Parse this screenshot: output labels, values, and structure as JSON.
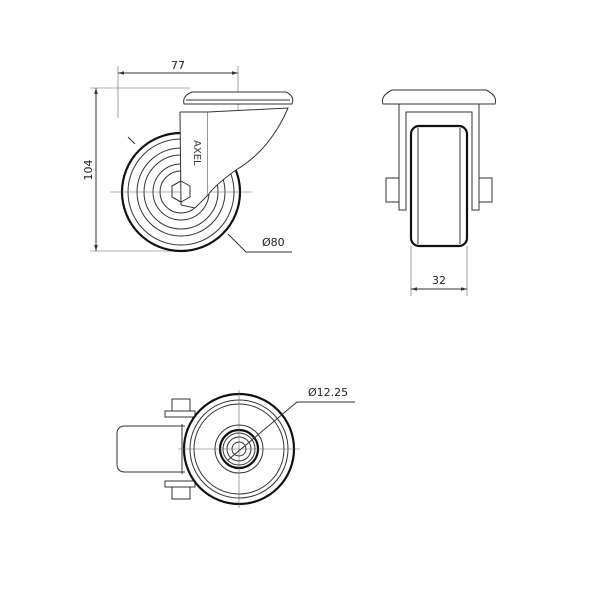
{
  "drawing": {
    "side_view": {
      "width_dim": "77",
      "height_dim": "104",
      "wheel_diameter": "Ø80",
      "logo": "AXEL"
    },
    "front_view": {
      "wheel_width_dim": "32"
    },
    "bottom_view": {
      "bore_diameter": "Ø12.25"
    }
  }
}
